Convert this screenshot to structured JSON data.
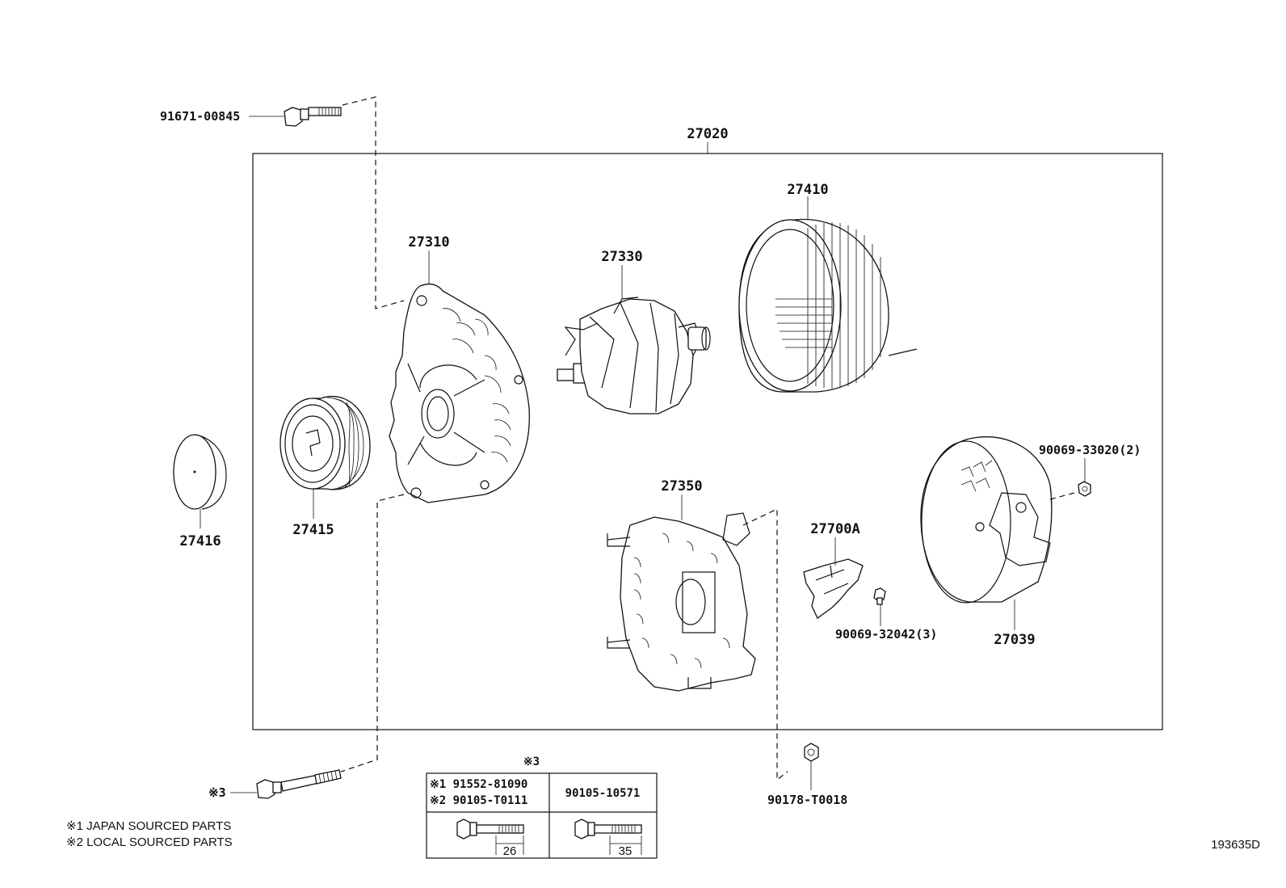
{
  "parts": {
    "assembly": "27020",
    "bolt_top": "91671-00845",
    "frame_drive": "27310",
    "rotor": "27330",
    "stator": "27410",
    "pulley": "27415",
    "pulley_cap": "27416",
    "frame_rectifier": "27350",
    "brush_holder": "27700A",
    "brush_screw": "90069-32042(3)",
    "end_cover": "27039",
    "cover_nut": "90069-33020(2)",
    "terminal_nut": "90178-T0018",
    "bolt_bottom_ref": "※3"
  },
  "table": {
    "ref": "※3",
    "row1_col1_line1": "※1 91552-81090",
    "row1_col1_line2": "※2 90105-T0111",
    "row1_col2": "90105-10571",
    "length_1": "26",
    "length_2": "35"
  },
  "notes": {
    "note1": "※1  JAPAN SOURCED PARTS",
    "note2": "※2  LOCAL SOURCED PARTS"
  },
  "diagram_id": "193635D"
}
